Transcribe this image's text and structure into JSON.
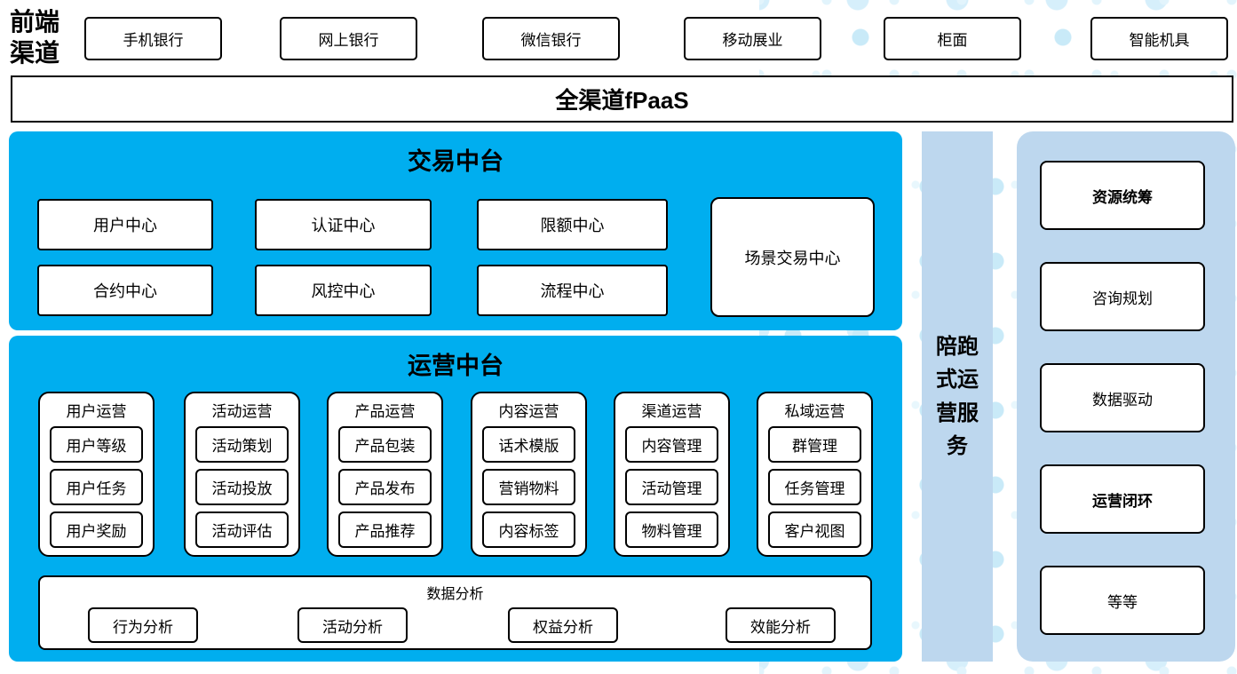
{
  "front_channels": {
    "label": "前端渠道",
    "items": [
      "手机银行",
      "网上银行",
      "微信银行",
      "移动展业",
      "柜面",
      "智能机具"
    ]
  },
  "fpaas_bar": {
    "label": "全渠道fPaaS"
  },
  "transaction_platform": {
    "title": "交易中台",
    "centers_row1": [
      "用户中心",
      "认证中心",
      "限额中心"
    ],
    "centers_row2": [
      "合约中心",
      "风控中心",
      "流程中心"
    ],
    "scene_center": "场景交易中心"
  },
  "operation_platform": {
    "title": "运营中台",
    "groups": [
      {
        "title": "用户运营",
        "items": [
          "用户等级",
          "用户任务",
          "用户奖励"
        ]
      },
      {
        "title": "活动运营",
        "items": [
          "活动策划",
          "活动投放",
          "活动评估"
        ]
      },
      {
        "title": "产品运营",
        "items": [
          "产品包装",
          "产品发布",
          "产品推荐"
        ]
      },
      {
        "title": "内容运营",
        "items": [
          "话术模版",
          "营销物料",
          "内容标签"
        ]
      },
      {
        "title": "渠道运营",
        "items": [
          "内容管理",
          "活动管理",
          "物料管理"
        ]
      },
      {
        "title": "私域运营",
        "items": [
          "群管理",
          "任务管理",
          "客户视图"
        ]
      }
    ],
    "data_analysis": {
      "title": "数据分析",
      "items": [
        "行为分析",
        "活动分析",
        "权益分析",
        "效能分析"
      ]
    }
  },
  "side_bar": {
    "label": "陪跑式运营服务"
  },
  "service_panel": {
    "items": [
      {
        "label": "资源统筹",
        "bold": true
      },
      {
        "label": "咨询规划",
        "bold": false
      },
      {
        "label": "数据驱动",
        "bold": false
      },
      {
        "label": "运营闭环",
        "bold": true
      },
      {
        "label": "等等",
        "bold": false
      }
    ]
  },
  "colors": {
    "primary_blue": "#00AEEF",
    "light_blue": "#BDD7EE",
    "dot_blue": "#CDEBF8",
    "box_border": "#000000"
  }
}
